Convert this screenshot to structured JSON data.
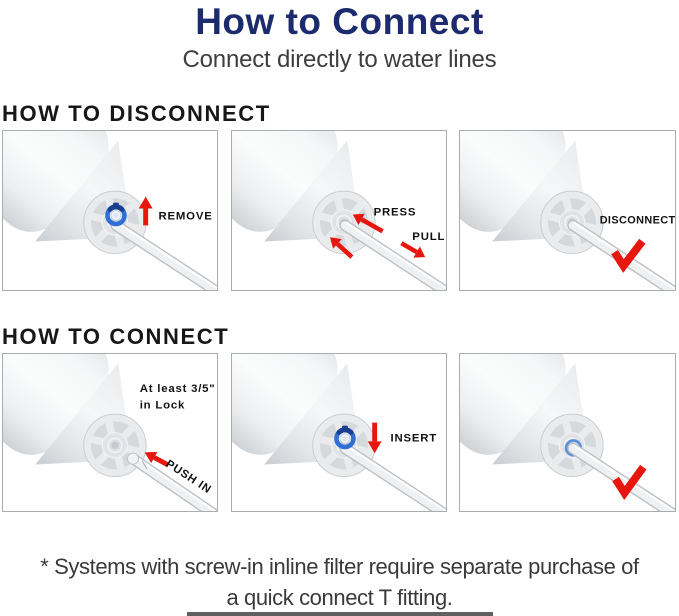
{
  "page": {
    "title": "How to Connect",
    "subtitle": "Connect directly to water lines",
    "footnote": {
      "line1": "* Systems with screw-in inline filter require separate purchase of",
      "line2": "a quick connect T fitting."
    }
  },
  "colors": {
    "title_text": "#1c2b6d",
    "subtitle_text": "#3e3e3e",
    "heading_text": "#171717",
    "panel_label": "#121212",
    "arrow_red": "#e8170e",
    "clip_blue": "#2f6fd6",
    "clip_blue_dark": "#1a3f92",
    "ring_blue": "#5c92dd",
    "panel_border": "#aaadb0",
    "footnote_text": "#3a3a3a"
  },
  "sections": [
    {
      "heading": "HOW TO DISCONNECT",
      "panels": [
        {
          "id": "remove-clip",
          "labels": [
            "REMOVE"
          ],
          "blue_clip": true,
          "blue_ring": false,
          "tube": "inserted",
          "checkmark": false
        },
        {
          "id": "press-pull",
          "labels": [
            "PRESS",
            "PULL"
          ],
          "blue_clip": false,
          "blue_ring": false,
          "tube": "inserted",
          "checkmark": false
        },
        {
          "id": "disconnected",
          "labels": [
            "DISCONNECT"
          ],
          "blue_clip": false,
          "blue_ring": false,
          "tube": "inserted",
          "checkmark": true
        }
      ]
    },
    {
      "heading": "HOW TO CONNECT",
      "panels": [
        {
          "id": "push-in",
          "labels": [
            "At least  3/5\"",
            "in Lock",
            "PUSH IN"
          ],
          "blue_clip": false,
          "blue_ring": false,
          "tube": "detached",
          "checkmark": false
        },
        {
          "id": "insert-clip",
          "labels": [
            "INSERT"
          ],
          "blue_clip": true,
          "blue_ring": false,
          "tube": "inserted",
          "checkmark": false
        },
        {
          "id": "connected",
          "labels": [],
          "blue_clip": false,
          "blue_ring": true,
          "tube": "inserted",
          "checkmark": true
        }
      ]
    }
  ]
}
